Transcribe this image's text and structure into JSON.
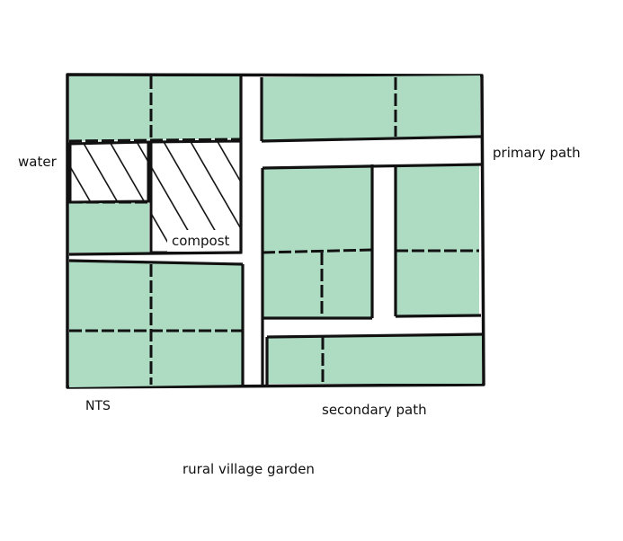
{
  "colors": {
    "bed_fill": "#aedcc3",
    "outline": "#111111",
    "background": "#ffffff"
  },
  "labels": {
    "water": "water",
    "primary_path": "primary path",
    "compost": "compost",
    "nts": "NTS",
    "secondary_path": "secondary path",
    "title": "rural village garden"
  }
}
